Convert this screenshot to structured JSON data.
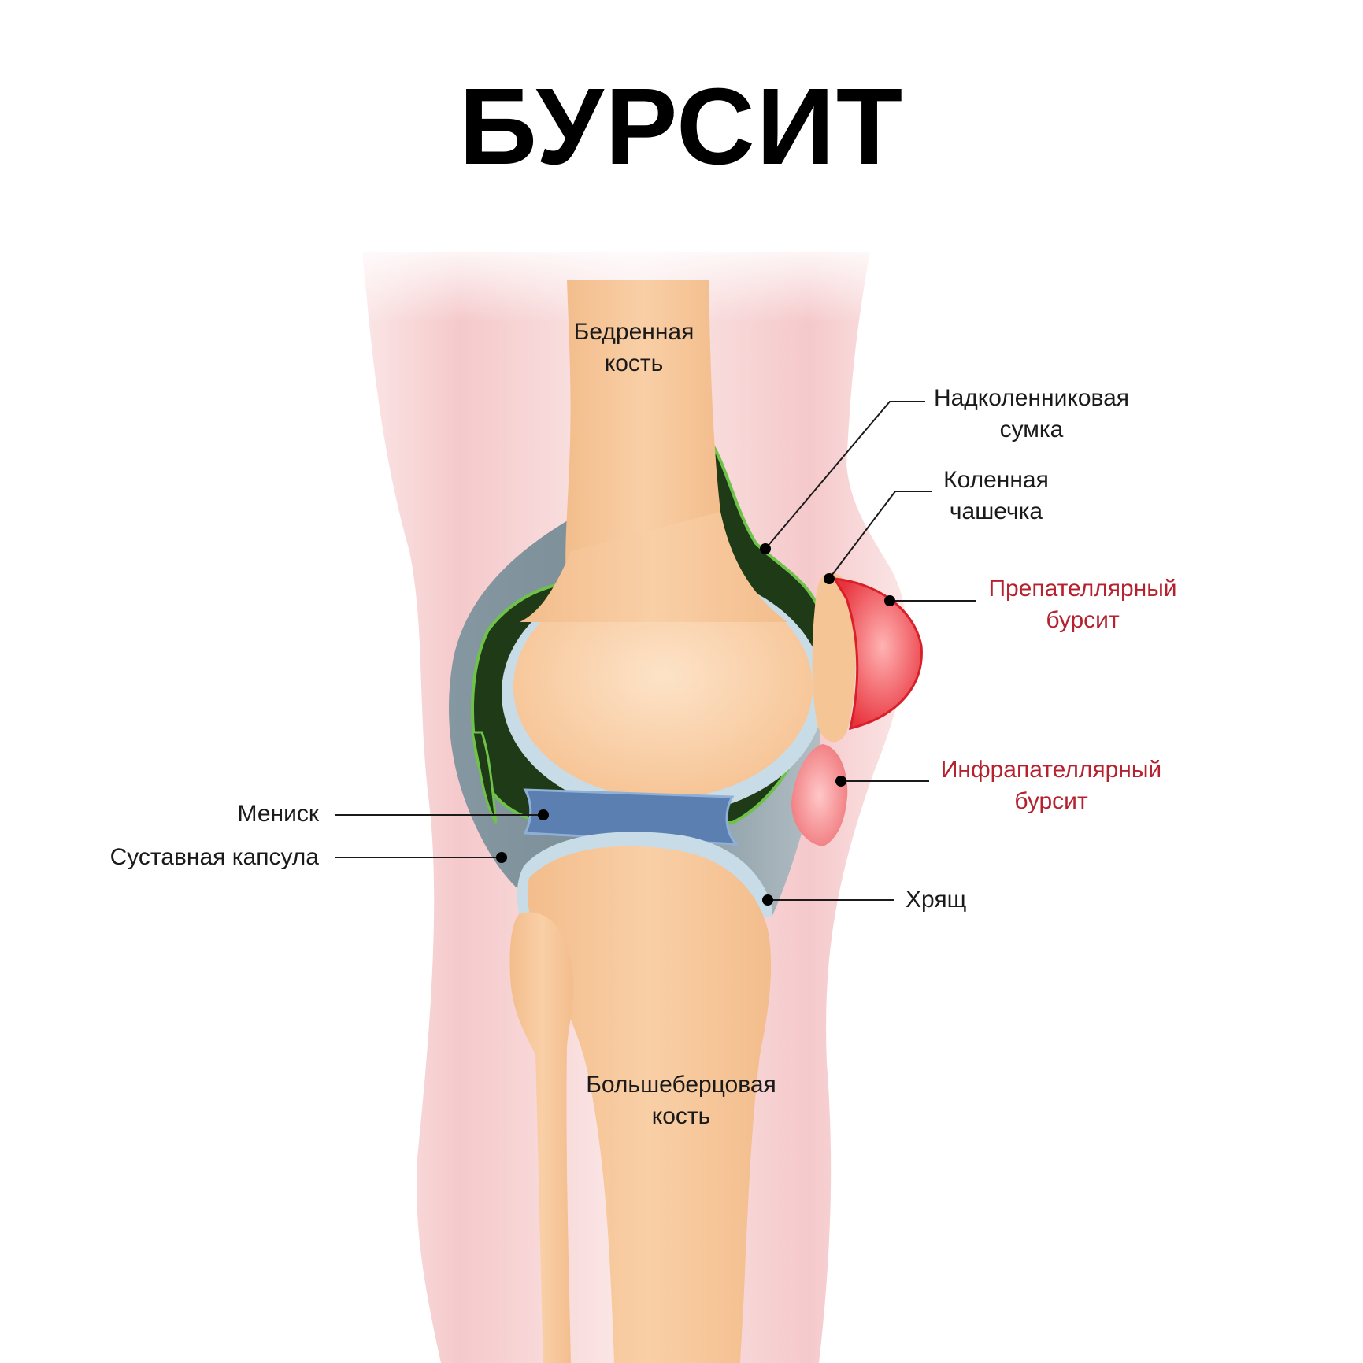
{
  "title": "БУРСИТ",
  "labels": {
    "femur": {
      "line1": "Бедренная",
      "line2": "кость"
    },
    "suprapatellar_bursa": {
      "line1": "Надколенниковая",
      "line2": "сумка"
    },
    "patella": {
      "line1": "Коленная",
      "line2": "чашечка"
    },
    "prepatellar_bursitis": {
      "line1": "Препателлярный",
      "line2": "бурсит"
    },
    "infrapatellar_bursitis": {
      "line1": "Инфрапателлярный",
      "line2": "бурсит"
    },
    "meniscus": "Мениск",
    "joint_capsule": "Суставная капсула",
    "cartilage": "Хрящ",
    "tibia": {
      "line1": "Большеберцовая",
      "line2": "кость"
    }
  },
  "colors": {
    "skin": "#f7d2d2",
    "bone": "#f8c99b",
    "bone_light": "#fde3c8",
    "capsule": "#7c8f99",
    "synovial": "#1f3a16",
    "synovial_edge": "#6ec24a",
    "cartilage": "#c8dce8",
    "meniscus": "#5b7fb0",
    "bursitis_red": "#e8323c",
    "bursitis_pink": "#f07a7e",
    "label_red": "#b5212e"
  }
}
